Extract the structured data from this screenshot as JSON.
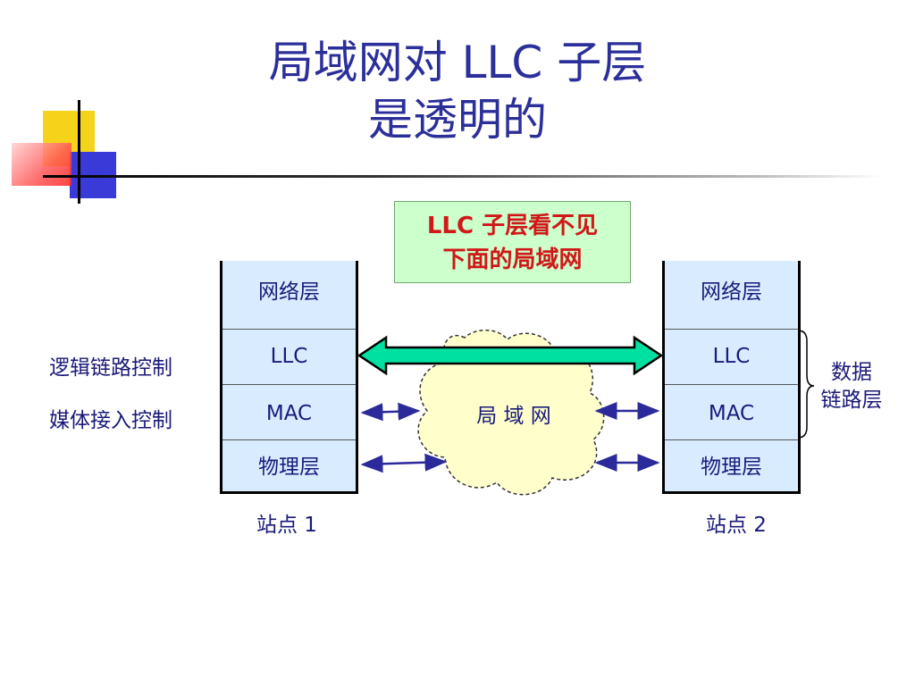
{
  "title": {
    "line1": "局域网对 LLC 子层",
    "line2": "是透明的"
  },
  "callout": {
    "line1": "LLC 子层看不见",
    "line2": "下面的局域网"
  },
  "stations": [
    {
      "label": "站点 1",
      "layers": [
        "网络层",
        "LLC",
        "MAC",
        "物理层"
      ]
    },
    {
      "label": "站点 2",
      "layers": [
        "网络层",
        "LLC",
        "MAC",
        "物理层"
      ]
    }
  ],
  "left_labels": {
    "llc": "逻辑链路控制",
    "mac": "媒体接入控制"
  },
  "data_link": {
    "line1": "数据",
    "line2": "链路层"
  },
  "cloud": {
    "label": "局 域 网"
  },
  "colors": {
    "title": "#2b2f9a",
    "callout_bg": "#ccffcc",
    "callout_text": "#d01818",
    "layer_bg": "#d9ecff",
    "cloud_fill": "#ffffcc",
    "llc_arrow_fill": "#00e0a0",
    "arrow_blue": "#2a2a9a"
  }
}
